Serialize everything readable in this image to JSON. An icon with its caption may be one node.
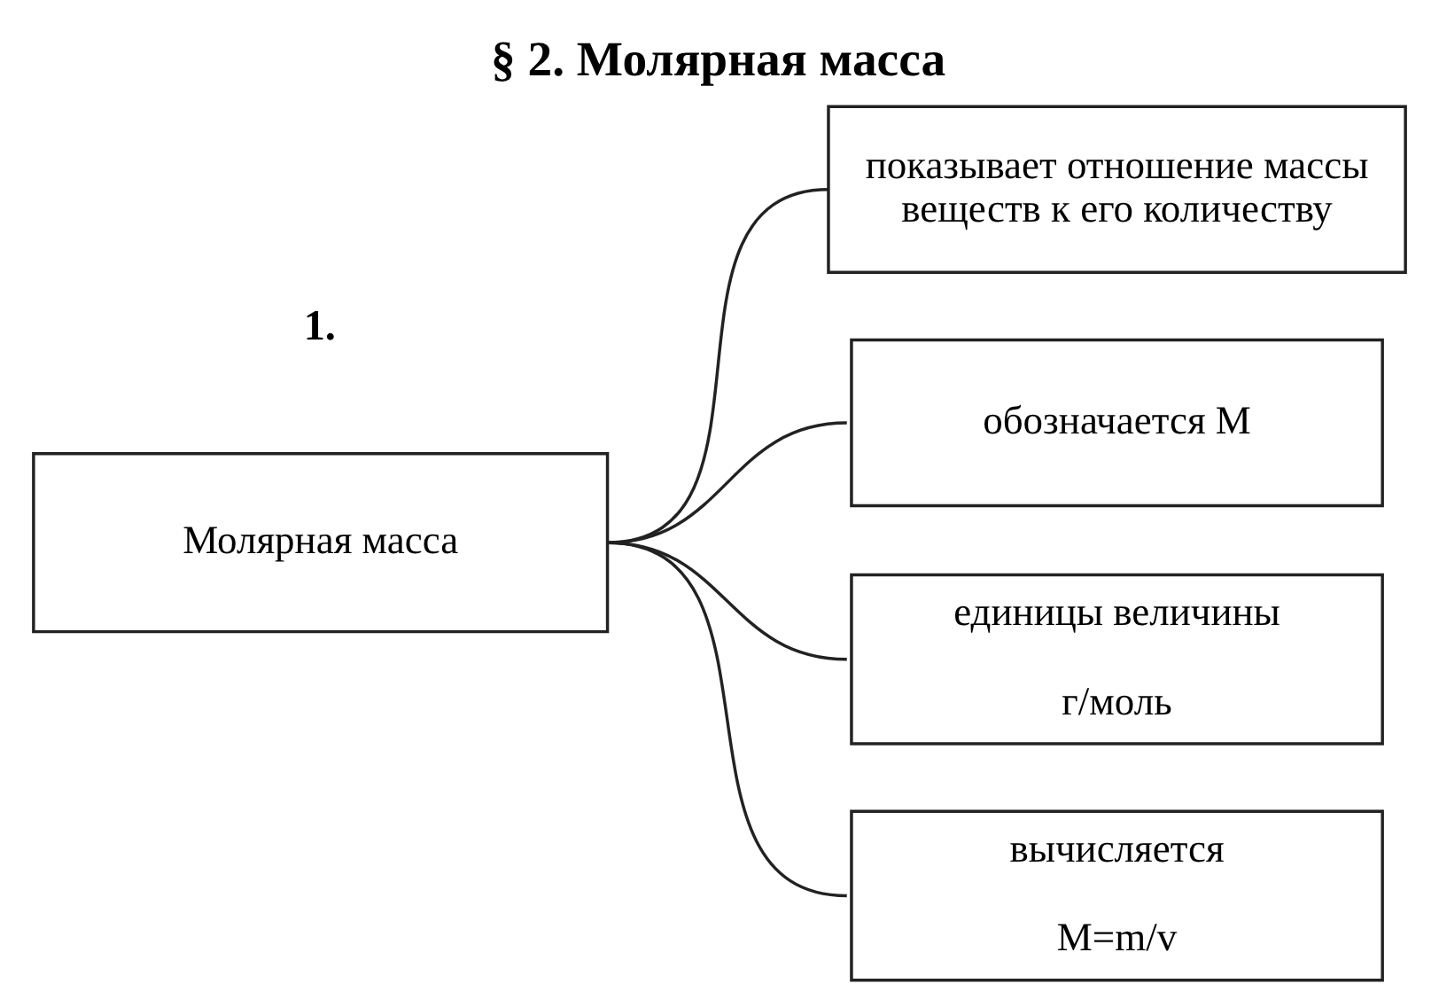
{
  "diagram": {
    "title": "§ 2. Молярная масса",
    "nodes": [
      {
        "text": [
          "Молярная масса"
        ]
      },
      {
        "text": [
          "показывает отношение массы веществ к его количеству"
        ]
      },
      {
        "text": [
          "обозначается M"
        ]
      },
      {
        "text": [
          "единицы величины",
          "г/моль"
        ]
      },
      {
        "text": [
          "вычисляется",
          "M=m/v"
        ]
      }
    ],
    "edges": [
      {
        "from": 0,
        "to": 1,
        "arrow": "none"
      },
      {
        "from": 0,
        "to": 2,
        "arrow": "none"
      },
      {
        "from": 0,
        "to": 3,
        "arrow": "none"
      },
      {
        "from": 0,
        "to": 4,
        "arrow": "none"
      }
    ],
    "labels": [
      "1."
    ]
  }
}
